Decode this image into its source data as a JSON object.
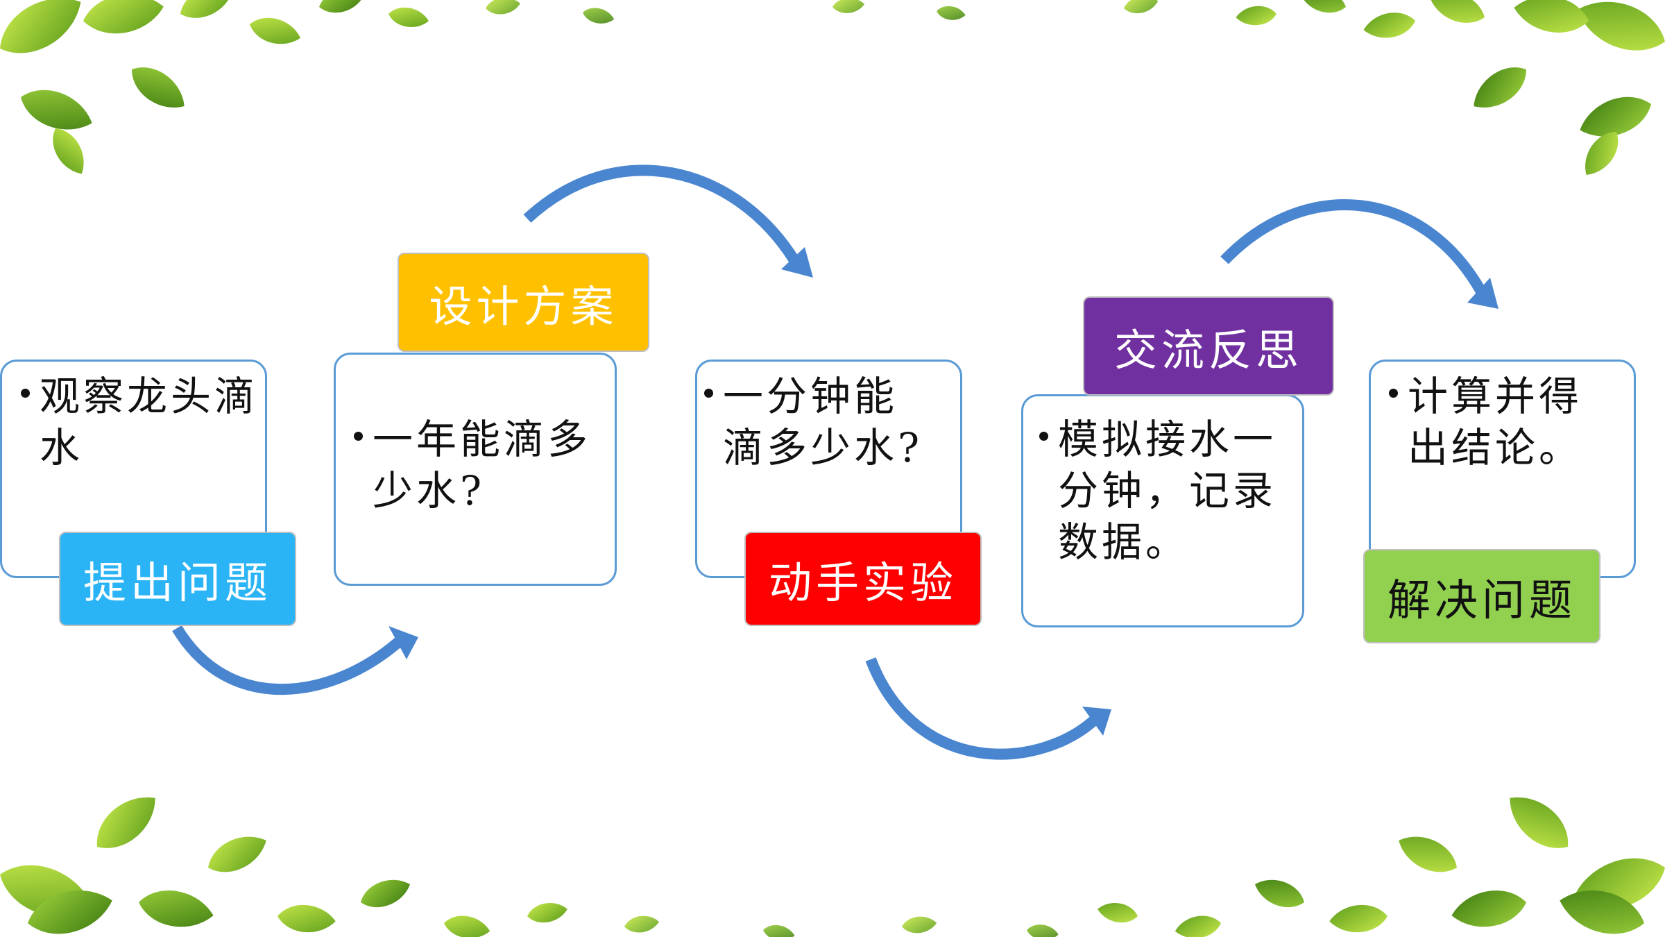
{
  "steps": [
    {
      "bullet": "观察龙头滴\n水",
      "label": "提出问题"
    },
    {
      "bullet": "一年能滴多\n少水?",
      "label": "设计方案"
    },
    {
      "bullet": "一分钟能\n滴多少水?",
      "label": "动手实验"
    },
    {
      "bullet": "模拟接水一\n分钟，记录\n数据。",
      "label": "交流反思"
    },
    {
      "bullet": "计算并得\n出结论。",
      "label": "解决问题"
    }
  ],
  "colors": {
    "card_border": "#5b9bd5",
    "arrow": "#4a86d0",
    "label_1": "#2ab3f5",
    "label_2": "#ffc000",
    "label_3": "#ff0000",
    "label_4": "#7030a0",
    "label_5": "#92d050"
  },
  "decoration": [
    "leaves-top-border",
    "leaves-bottom-border"
  ]
}
